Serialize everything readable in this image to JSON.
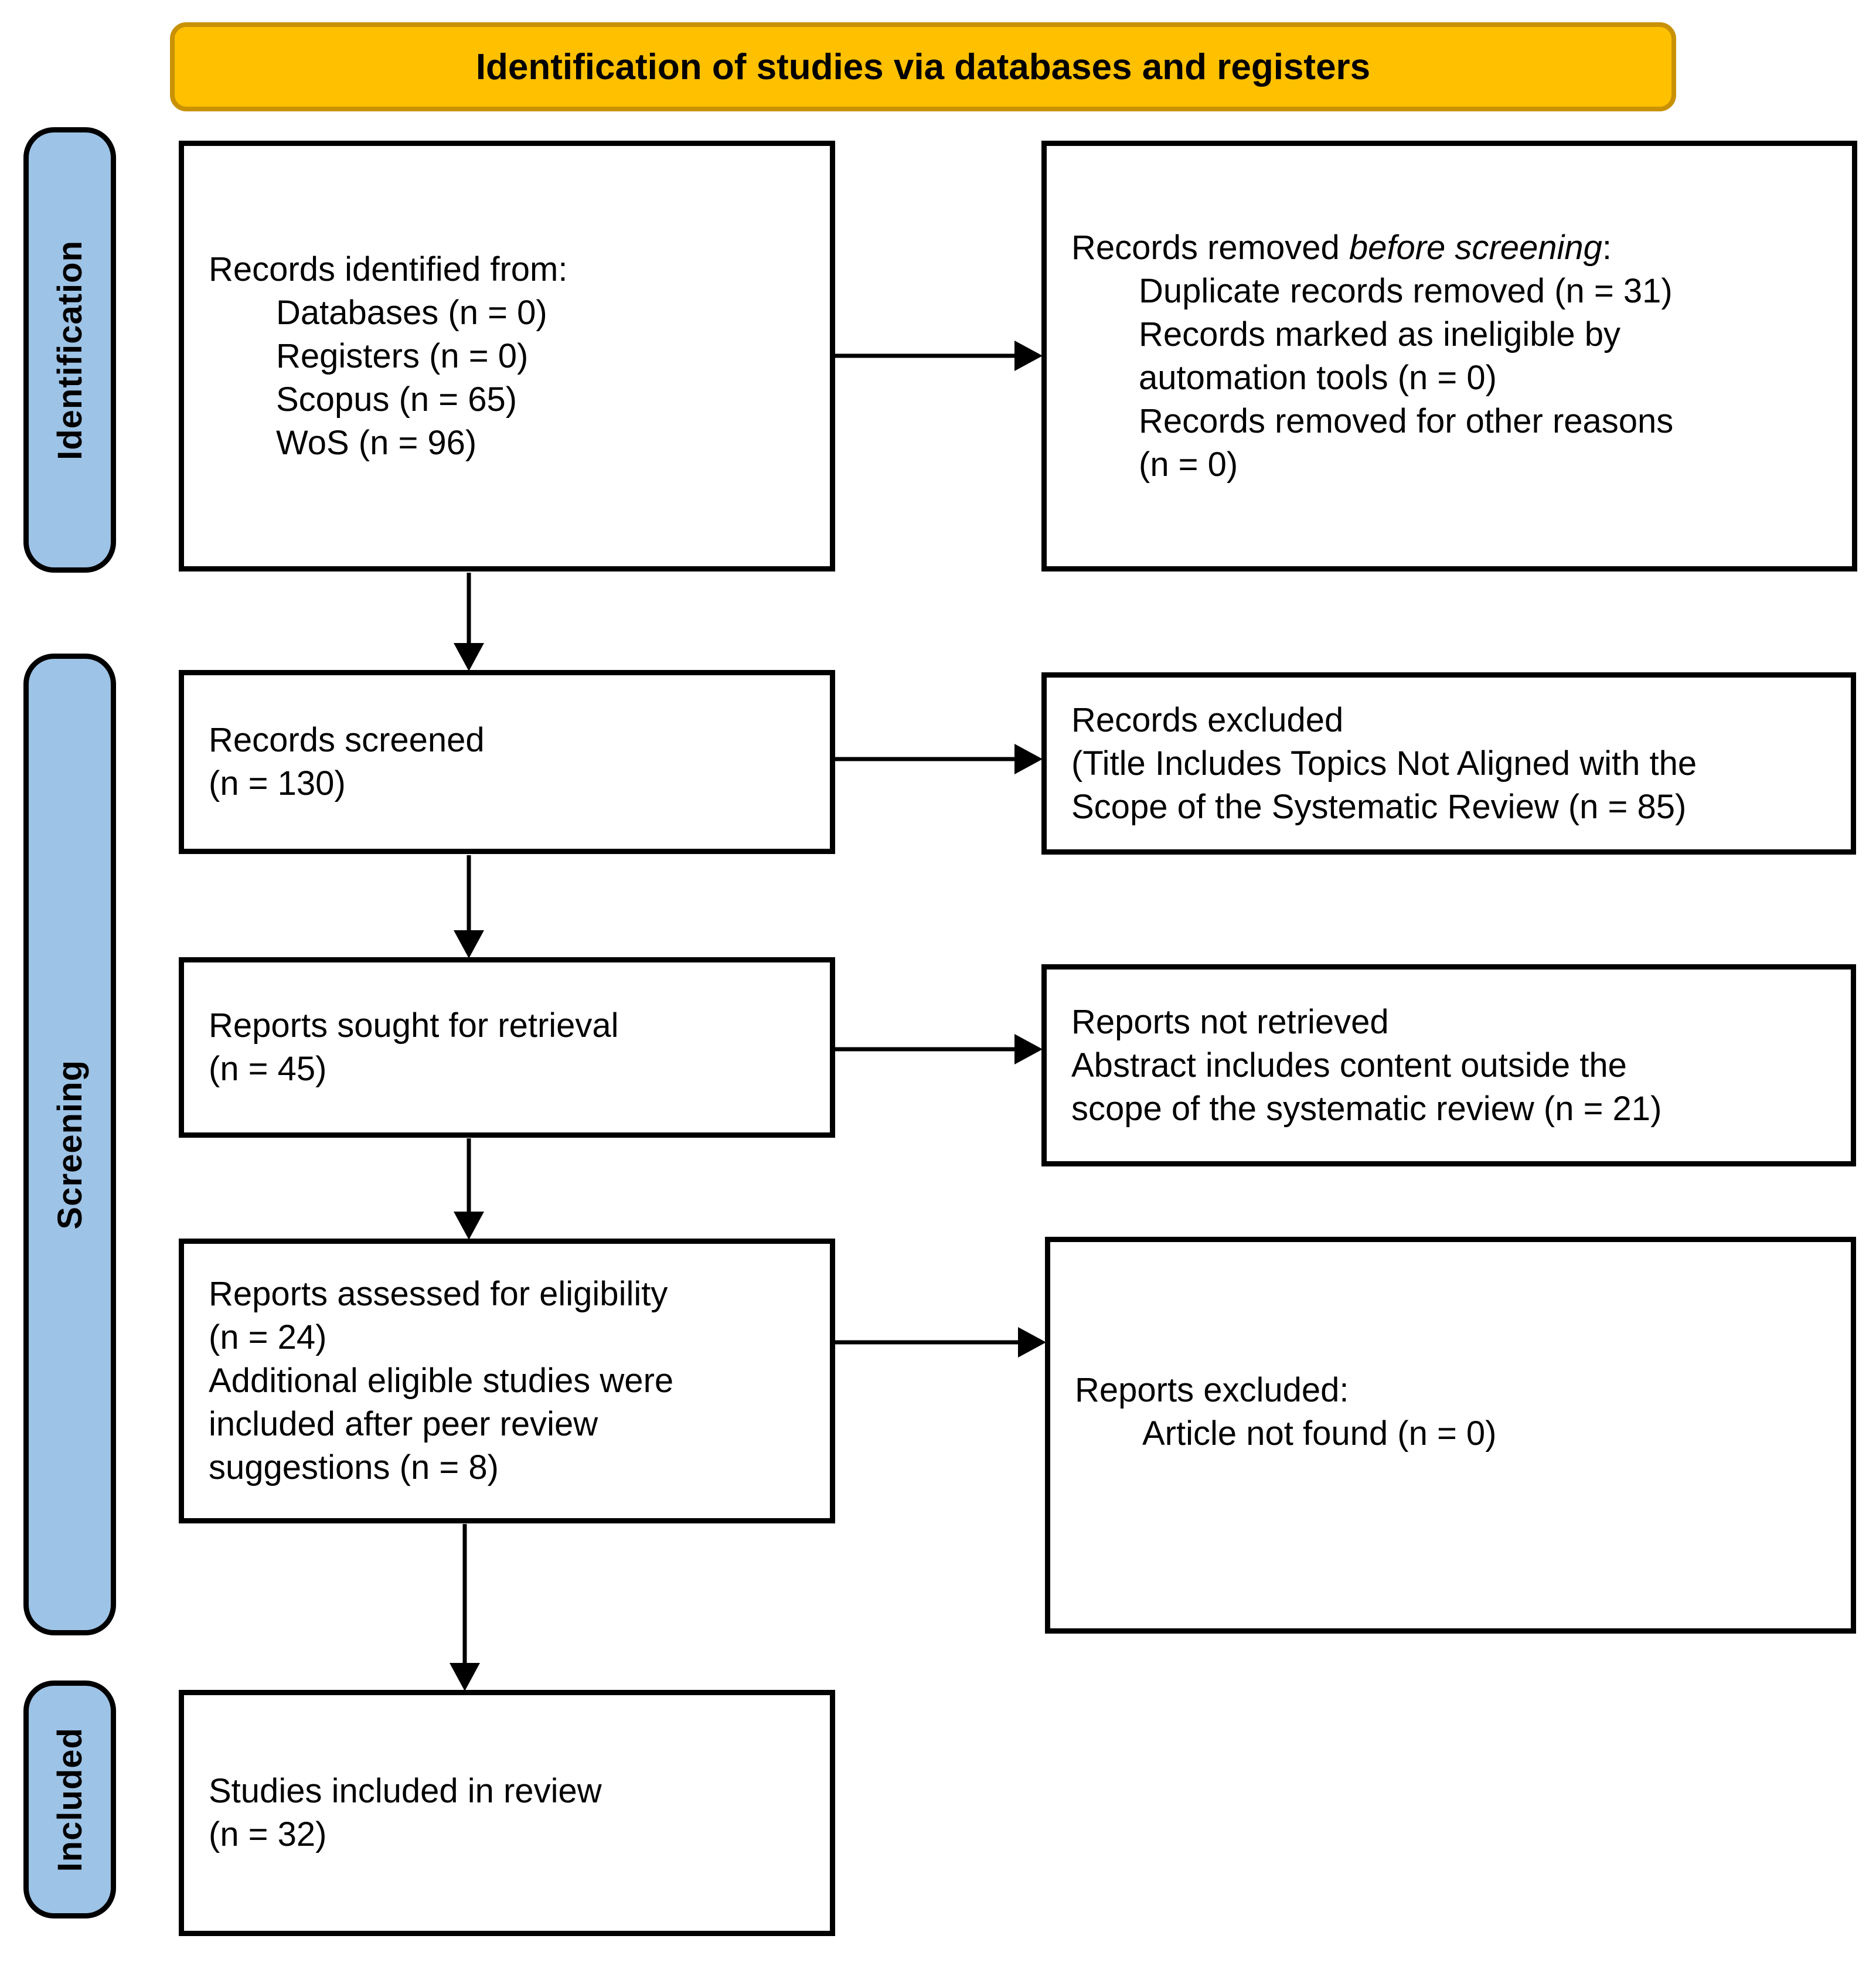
{
  "diagram": {
    "title": "Identification of studies via databases and registers",
    "colors": {
      "banner_fill": "#FFC000",
      "banner_border": "#C99104",
      "stage_fill": "#9DC3E6",
      "line_color": "#000000"
    },
    "stages": [
      {
        "id": "identification",
        "label": "Identification"
      },
      {
        "id": "screening",
        "label": "Screening"
      },
      {
        "id": "included",
        "label": "Included"
      }
    ],
    "boxes": [
      {
        "id": "records-identified",
        "lines": [
          {
            "indent": 0,
            "runs": [
              {
                "text": "Records identified from:"
              }
            ]
          },
          {
            "indent": 1,
            "runs": [
              {
                "text": "Databases (n = 0)"
              }
            ]
          },
          {
            "indent": 1,
            "runs": [
              {
                "text": "Registers (n = 0)"
              }
            ]
          },
          {
            "indent": 1,
            "runs": [
              {
                "text": "Scopus (n = 65)"
              }
            ]
          },
          {
            "indent": 1,
            "runs": [
              {
                "text": "WoS (n = 96)"
              }
            ]
          }
        ]
      },
      {
        "id": "records-removed",
        "lines": [
          {
            "indent": 0,
            "runs": [
              {
                "text": "Records removed "
              },
              {
                "text": "before screening",
                "italic": true
              },
              {
                "text": ":"
              }
            ]
          },
          {
            "indent": 1,
            "runs": [
              {
                "text": "Duplicate records removed (n = 31)"
              }
            ]
          },
          {
            "indent": 1,
            "runs": [
              {
                "text": "Records marked as ineligible by"
              }
            ]
          },
          {
            "indent": 1,
            "runs": [
              {
                "text": "automation tools (n = 0)"
              }
            ]
          },
          {
            "indent": 1,
            "runs": [
              {
                "text": "Records removed for other reasons"
              }
            ]
          },
          {
            "indent": 1,
            "runs": [
              {
                "text": "(n = 0)"
              }
            ]
          }
        ]
      },
      {
        "id": "records-screened",
        "lines": [
          {
            "indent": 0,
            "runs": [
              {
                "text": "Records screened"
              }
            ]
          },
          {
            "indent": 0,
            "runs": [
              {
                "text": "(n = 130)"
              }
            ]
          }
        ]
      },
      {
        "id": "records-excluded",
        "lines": [
          {
            "indent": 0,
            "runs": [
              {
                "text": "Records excluded"
              }
            ]
          },
          {
            "indent": 0,
            "runs": [
              {
                "text": "(Title Includes Topics Not Aligned with the"
              }
            ]
          },
          {
            "indent": 0,
            "runs": [
              {
                "text": "Scope of the Systematic Review (n = 85)"
              }
            ]
          }
        ]
      },
      {
        "id": "reports-sought",
        "lines": [
          {
            "indent": 0,
            "runs": [
              {
                "text": "Reports sought for retrieval"
              }
            ]
          },
          {
            "indent": 0,
            "runs": [
              {
                "text": "(n = 45)"
              }
            ]
          }
        ]
      },
      {
        "id": "reports-not-retrieved",
        "lines": [
          {
            "indent": 0,
            "runs": [
              {
                "text": "Reports not retrieved"
              }
            ]
          },
          {
            "indent": 0,
            "runs": [
              {
                "text": "Abstract includes content outside the"
              }
            ]
          },
          {
            "indent": 0,
            "runs": [
              {
                "text": "scope of the systematic review (n = 21)"
              }
            ]
          }
        ]
      },
      {
        "id": "reports-assessed",
        "lines": [
          {
            "indent": 0,
            "runs": [
              {
                "text": "Reports assessed for eligibility"
              }
            ]
          },
          {
            "indent": 0,
            "runs": [
              {
                "text": "(n = 24)"
              }
            ]
          },
          {
            "indent": 0,
            "runs": [
              {
                "text": "Additional eligible studies were"
              }
            ]
          },
          {
            "indent": 0,
            "runs": [
              {
                "text": "included after peer review"
              }
            ]
          },
          {
            "indent": 0,
            "runs": [
              {
                "text": "suggestions (n = 8)"
              }
            ]
          }
        ]
      },
      {
        "id": "reports-excluded",
        "lines": [
          {
            "indent": 0,
            "runs": [
              {
                "text": "Reports excluded:"
              }
            ]
          },
          {
            "indent": 1,
            "runs": [
              {
                "text": "Article not found (n = 0)"
              }
            ]
          }
        ]
      },
      {
        "id": "studies-included",
        "lines": [
          {
            "indent": 0,
            "runs": [
              {
                "text": "Studies included in review"
              }
            ]
          },
          {
            "indent": 0,
            "runs": [
              {
                "text": "(n = 32)"
              }
            ]
          }
        ]
      }
    ]
  }
}
